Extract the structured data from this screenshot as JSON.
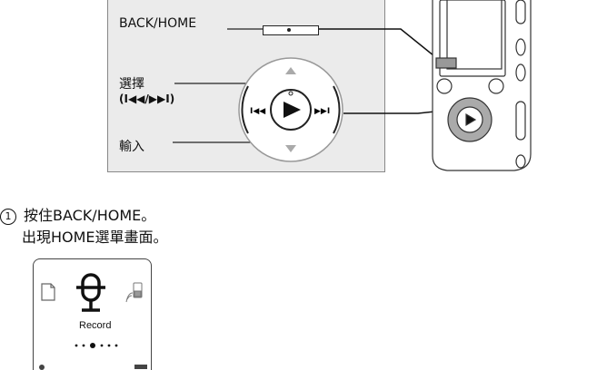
{
  "diagram": {
    "back_home_label": "BACK/HOME",
    "select_label": "選擇",
    "select_keys": "(I◀◀/▶▶I)",
    "enter_label": "輸入",
    "prev_glyph": "I◀◀",
    "next_glyph": "▶▶I"
  },
  "steps": [
    {
      "number": "1",
      "line1": "按住BACK/HOME。",
      "line2": "出現HOME選單畫面。"
    }
  ],
  "screen": {
    "item_label": "Record",
    "icon": "microphone-icon",
    "selected_index": 2,
    "dot_count": 6
  }
}
